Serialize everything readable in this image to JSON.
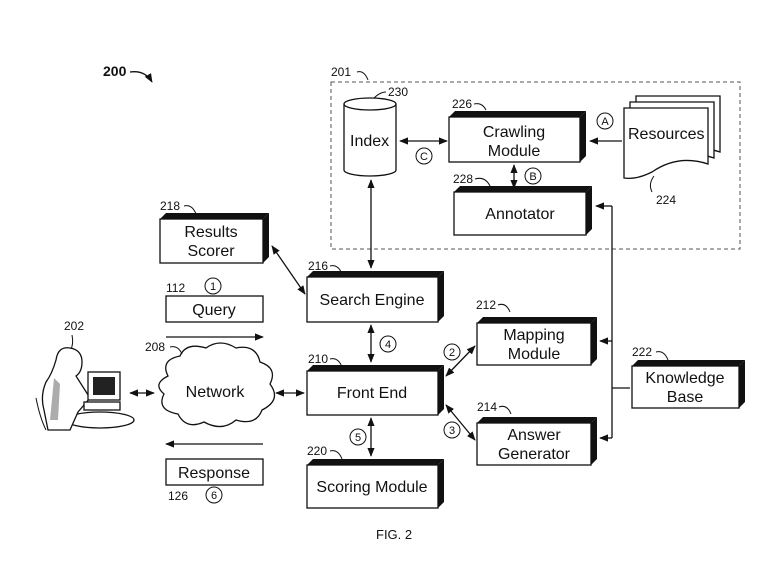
{
  "figure": {
    "number": "200",
    "caption": "FIG. 2"
  },
  "boxes": {
    "results_scorer": {
      "line1": "Results",
      "line2": "Scorer",
      "ref": "218"
    },
    "search_engine": {
      "label": "Search Engine",
      "ref": "216"
    },
    "front_end": {
      "label": "Front End",
      "ref": "210"
    },
    "scoring_module": {
      "label": "Scoring Module",
      "ref": "220"
    },
    "mapping_module": {
      "line1": "Mapping",
      "line2": "Module",
      "ref": "212"
    },
    "answer_generator": {
      "line1": "Answer",
      "line2": "Generator",
      "ref": "214"
    },
    "knowledge_base": {
      "line1": "Knowledge",
      "line2": "Base",
      "ref": "222"
    },
    "crawling_module": {
      "line1": "Crawling",
      "line2": "Module",
      "ref": "226"
    },
    "annotator": {
      "label": "Annotator",
      "ref": "228"
    },
    "index": {
      "label": "Index",
      "ref": "230"
    },
    "resources": {
      "label": "Resources",
      "ref": "224"
    },
    "network": {
      "label": "Network",
      "ref": "208"
    },
    "query": {
      "label": "Query",
      "ref": "112"
    },
    "response": {
      "label": "Response",
      "ref": "126"
    },
    "user": {
      "ref": "202"
    },
    "subsystem": {
      "ref": "201"
    }
  },
  "markers": {
    "step1": "1",
    "step2": "2",
    "step3": "3",
    "step4": "4",
    "step5": "5",
    "step6": "6",
    "stepA": "A",
    "stepB": "B",
    "stepC": "C"
  }
}
